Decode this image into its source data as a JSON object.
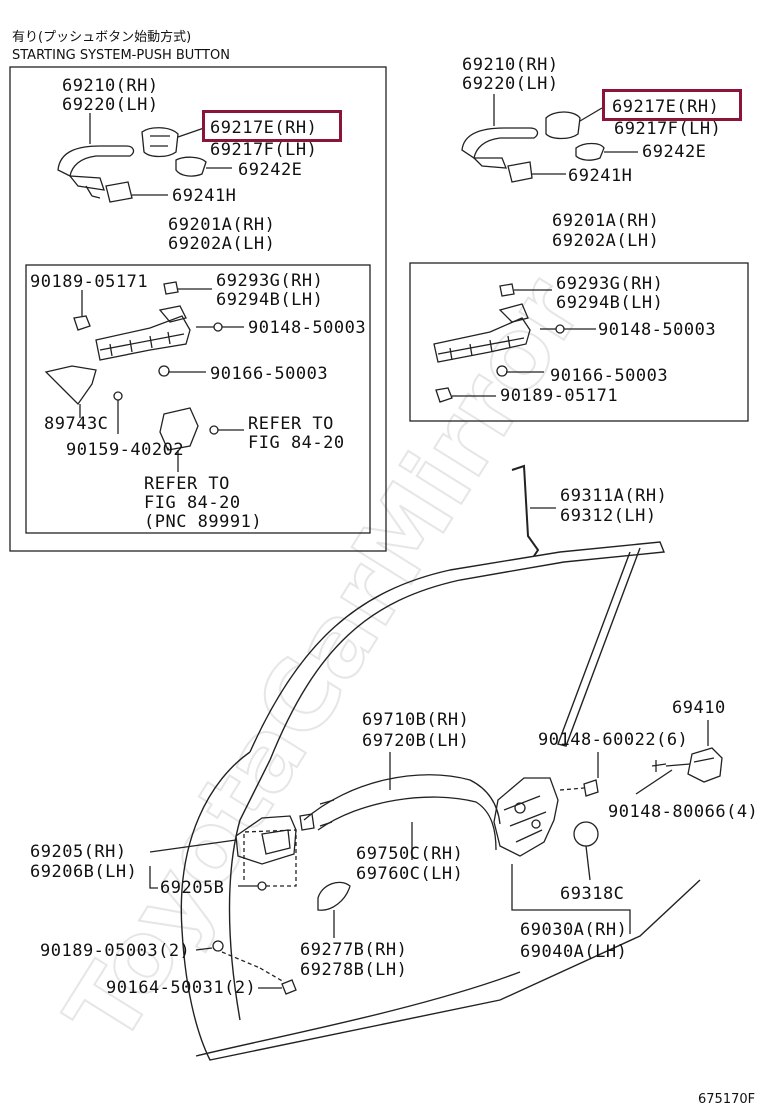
{
  "header": {
    "line1": "有り(プッシュボタン始動方式)",
    "line2": "STARTING SYSTEM-PUSH BUTTON"
  },
  "watermark": "ToyotaCarMirror",
  "figure_code": "675170F",
  "highlight_color": "#8b1538",
  "left_box": {
    "p69210": "69210(RH)",
    "p69220": "69220(LH)",
    "p69217E": "69217E(RH)",
    "p69217F": "69217F(LH)",
    "p69242E": "69242E",
    "p69241H": "69241H",
    "p69201A": "69201A(RH)",
    "p69202A": "69202A(LH)",
    "p90189_05171": "90189-05171",
    "p69293G": "69293G(RH)",
    "p69294B": "69294B(LH)",
    "p90148_50003": "90148-50003",
    "p90166_50003": "90166-50003",
    "p89743C": "89743C",
    "p90159_40202": "90159-40202",
    "refer1_a": "REFER TO",
    "refer1_b": "FIG 84-20",
    "refer2_a": "REFER TO",
    "refer2_b": "FIG 84-20",
    "refer2_c": "(PNC 89991)"
  },
  "right_box": {
    "p69210": "69210(RH)",
    "p69220": "69220(LH)",
    "p69217E": "69217E(RH)",
    "p69217F": "69217F(LH)",
    "p69242E": "69242E",
    "p69241H": "69241H",
    "p69201A": "69201A(RH)",
    "p69202A": "69202A(LH)",
    "p69293G": "69293G(RH)",
    "p69294B": "69294B(LH)",
    "p90148_50003": "90148-50003",
    "p90166_50003": "90166-50003",
    "p90189_05171": "90189-05171"
  },
  "door": {
    "p69311A": "69311A(RH)",
    "p69312": "69312(LH)",
    "p69410": "69410",
    "p69710B": "69710B(RH)",
    "p69720B": "69720B(LH)",
    "p90148_60022": "90148-60022(6)",
    "p90148_80066": "90148-80066(4)",
    "p69205": "69205(RH)",
    "p69206B": "69206B(LH)",
    "p69205B": "69205B",
    "p69750C": "69750C(RH)",
    "p69760C": "69760C(LH)",
    "p69318C": "69318C",
    "p69030A": "69030A(RH)",
    "p69040A": "69040A(LH)",
    "p90189_05003": "90189-05003(2)",
    "p69277B": "69277B(RH)",
    "p69278B": "69278B(LH)",
    "p90164_50031": "90164-50031(2)"
  }
}
